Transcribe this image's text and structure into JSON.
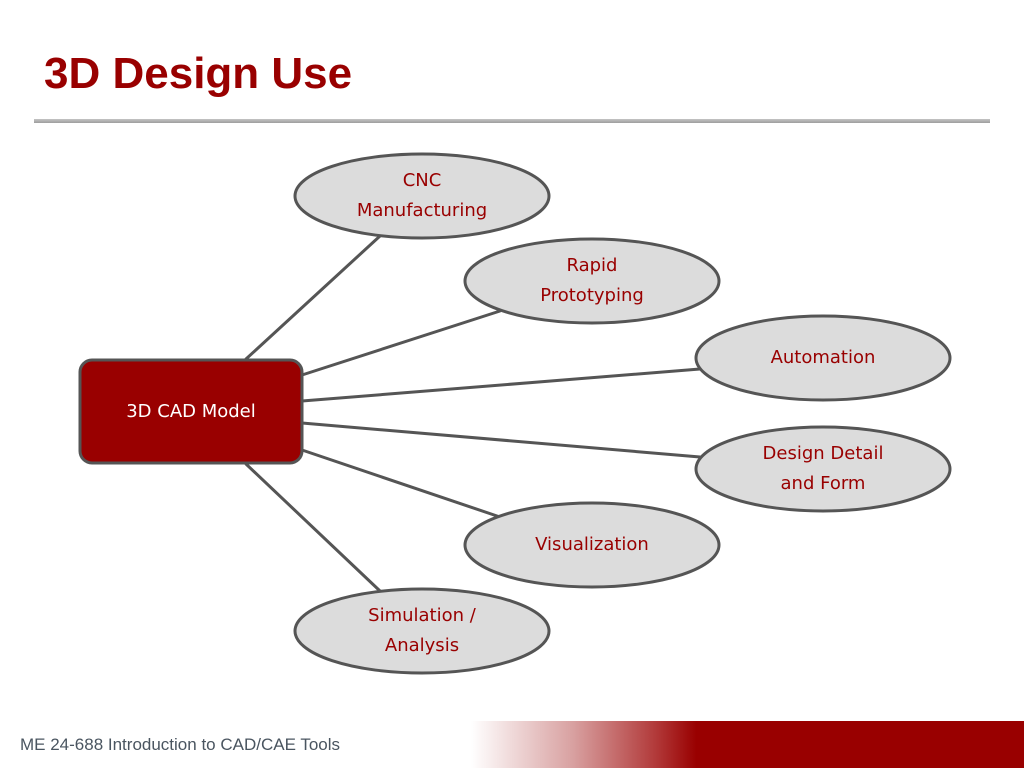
{
  "slide": {
    "title": "3D Design Use",
    "footer": "ME 24-688 Introduction to CAD/CAE Tools"
  },
  "diagram": {
    "hub": "3D CAD Model",
    "nodes": [
      {
        "id": "cnc-manufacturing",
        "label": "CNC\nManufacturing"
      },
      {
        "id": "rapid-prototyping",
        "label": "Rapid\nPrototyping"
      },
      {
        "id": "automation",
        "label": "Automation"
      },
      {
        "id": "design-detail-and-form",
        "label": "Design Detail\nand Form"
      },
      {
        "id": "visualization",
        "label": "Visualization"
      },
      {
        "id": "simulation-analysis",
        "label": "Simulation /\nAnalysis"
      }
    ]
  },
  "colors": {
    "accent": "#990000",
    "node_fill": "#dcdcdc",
    "outline": "#555555",
    "footer_text": "#4a5560"
  }
}
